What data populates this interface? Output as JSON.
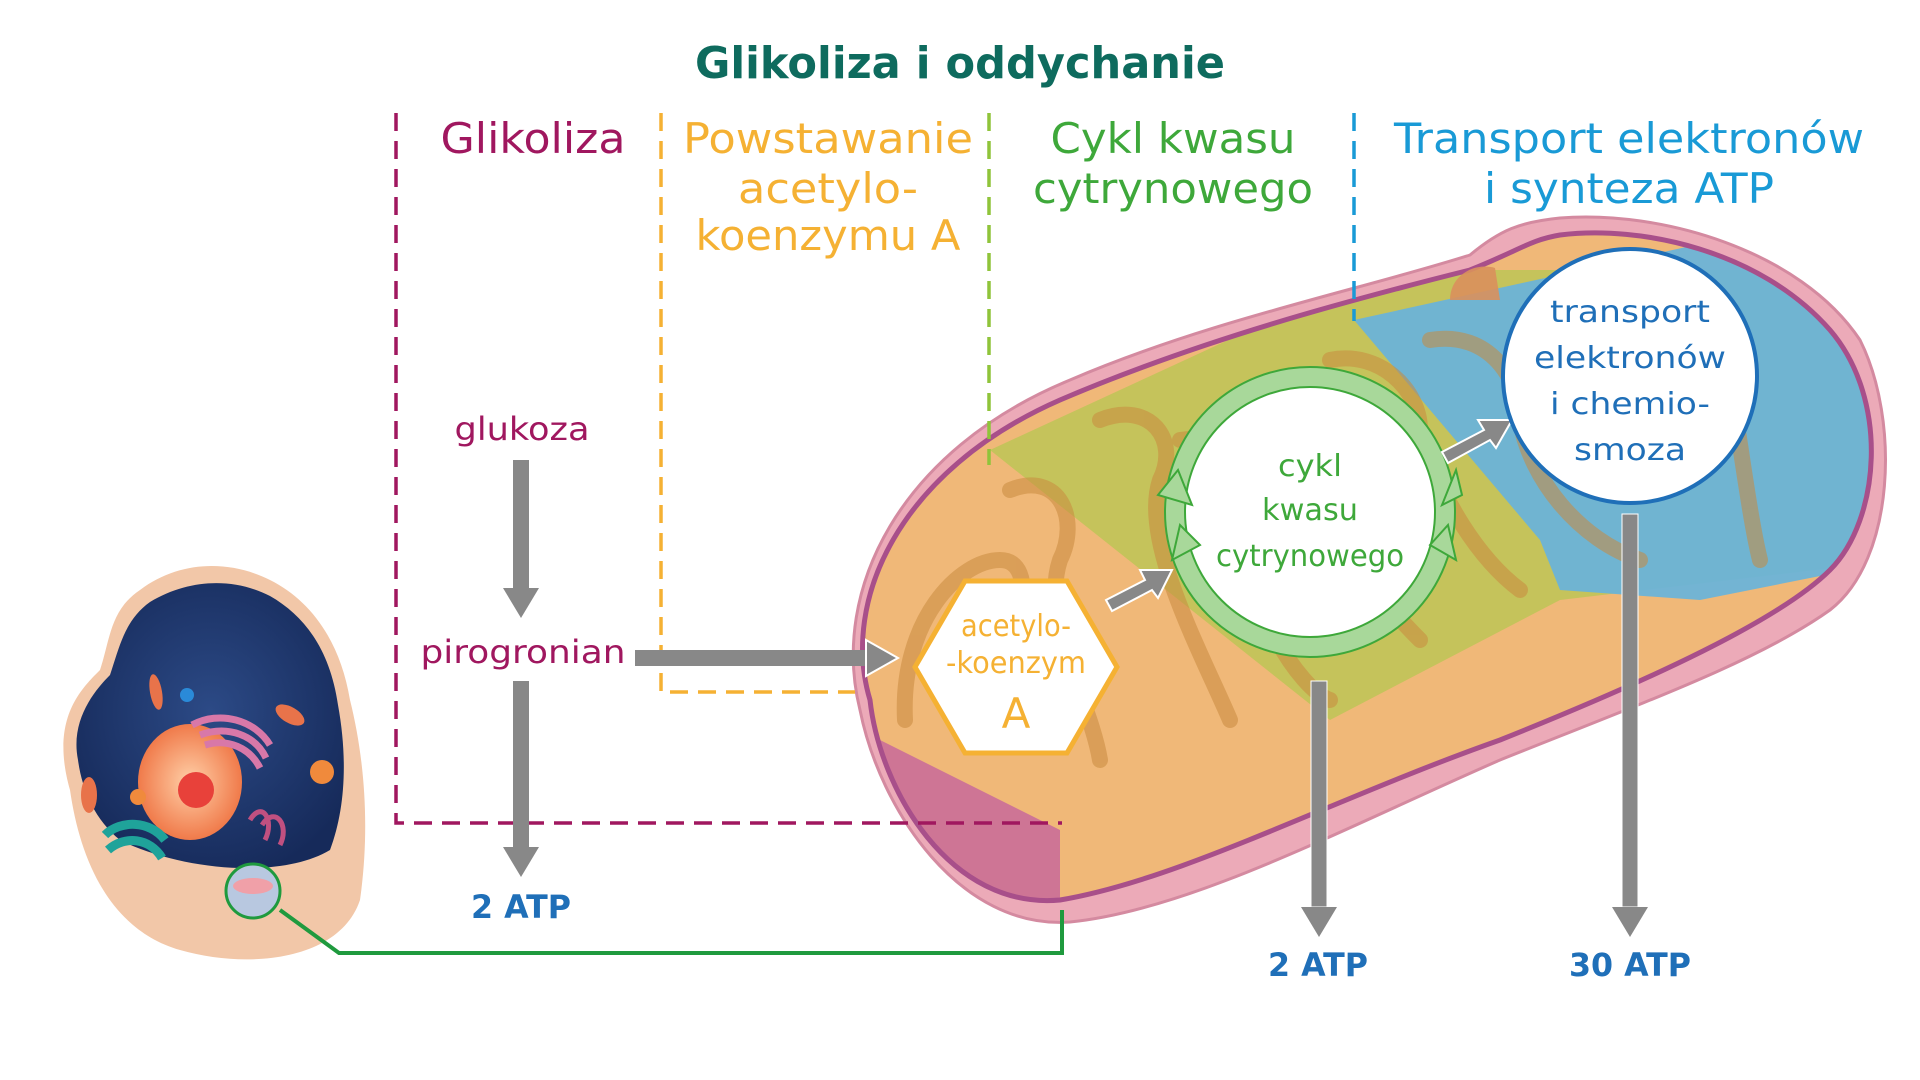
{
  "title": "Glikoliza i oddychanie",
  "colors": {
    "title": "#0e6b5e",
    "glycolysis": "#a0175f",
    "acetyl": "#f5b133",
    "krebs": "#3ea83a",
    "electron": "#199ad6",
    "atp_label": "#1f6fb8",
    "arrow": "#888888",
    "connector": "#1f9a3e"
  },
  "stages": [
    {
      "id": "glycolysis",
      "lines": [
        "Glikoliza"
      ]
    },
    {
      "id": "acetyl",
      "lines": [
        "Powstawanie",
        "acetylo-",
        "koenzymu A"
      ]
    },
    {
      "id": "krebs",
      "lines": [
        "Cykl kwasu",
        "cytrynowego"
      ]
    },
    {
      "id": "electron",
      "lines": [
        "Transport elektronów",
        "i synteza ATP"
      ]
    }
  ],
  "nodes": {
    "glucose": "glukoza",
    "pyruvate": "pirogronian",
    "acetyl_coa": [
      "acetylo-",
      "-koenzym",
      "A"
    ],
    "krebs_cycle": [
      "cykl",
      "kwasu",
      "cytrynowego"
    ],
    "electron_transport": [
      "transport",
      "elektronów",
      "i chemio-",
      "smoza"
    ]
  },
  "outputs": {
    "glycolysis": "2 ATP",
    "krebs": "2 ATP",
    "electron": "30 ATP"
  },
  "illustrations": {
    "cell": "animal-cell-cutaway",
    "mitochondrion": "mitochondrion-cutaway"
  }
}
